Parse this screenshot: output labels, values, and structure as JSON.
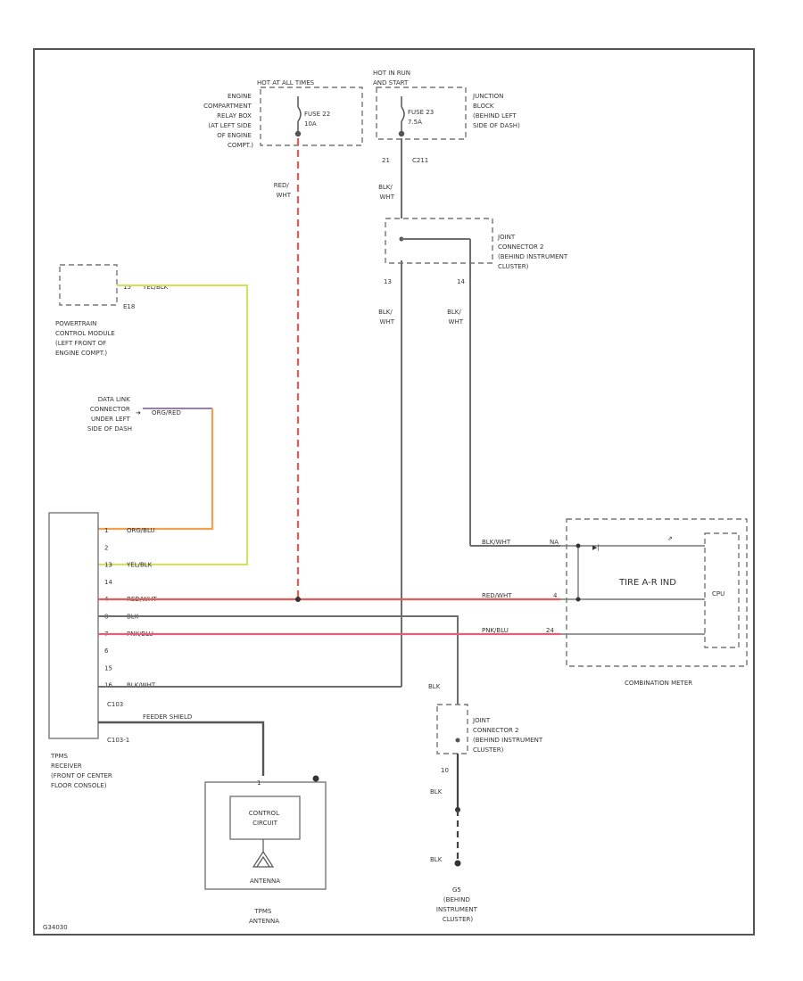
{
  "colors": {
    "frame": "#555555",
    "gray_wire": "#6e6e6e",
    "red": "#e85a5a",
    "pink_red": "#e0607a",
    "yellow_green": "#d6de6a",
    "orange": "#f0a050",
    "purple": "#8a6ab0",
    "black": "#333333"
  },
  "hot_at_all_times": "HOT AT ALL TIMES",
  "hot_in_run": "HOT IN RUN",
  "hot_in_run_2": "AND START",
  "engine_relay_box": [
    "ENGINE",
    "COMPARTMENT",
    "RELAY BOX",
    "(AT LEFT SIDE",
    "OF ENGINE",
    "COMPT.)"
  ],
  "fuse22": [
    "FUSE 22",
    "10A"
  ],
  "fuse23": [
    "FUSE 23",
    "7.5A"
  ],
  "junction_block": [
    "JUNCTION",
    "BLOCK",
    "(BEHIND LEFT",
    "SIDE OF DASH)"
  ],
  "pin_21": "21",
  "conn_c211": "C211",
  "red_wht_vert": [
    "RED/",
    "WHT"
  ],
  "blk_wht_top": [
    "BLK/",
    "WHT"
  ],
  "joint_connector_top": [
    "JOINT",
    "CONNECTOR 2",
    "(BEHIND INSTRUMENT",
    "CLUSTER)"
  ],
  "pin_13": "13",
  "pin_14": "14",
  "blk_wht_left": [
    "BLK/",
    "WHT"
  ],
  "blk_wht_right": [
    "BLK/",
    "WHT"
  ],
  "pcm_pin": "15",
  "pcm_wire": "YEL/BLK",
  "pcm_conn": "E18",
  "pcm_label": [
    "POWERTRAIN",
    "CONTROL MODULE",
    "(LEFT FRONT OF",
    "ENGINE COMPT.)"
  ],
  "dlc_label": [
    "DATA LINK",
    "CONNECTOR",
    "UNDER LEFT",
    "SIDE OF DASH"
  ],
  "dlc_wire": "ORG/RED",
  "tpms_pins": [
    {
      "pin": "1",
      "wire": "ORG/BLU"
    },
    {
      "pin": "2",
      "wire": ""
    },
    {
      "pin": "13",
      "wire": "YEL/BLK"
    },
    {
      "pin": "14",
      "wire": ""
    },
    {
      "pin": "4",
      "wire": "RED/WHT"
    },
    {
      "pin": "8",
      "wire": "BLK"
    },
    {
      "pin": "7",
      "wire": "PNK/BLU"
    },
    {
      "pin": "6",
      "wire": ""
    },
    {
      "pin": "15",
      "wire": ""
    },
    {
      "pin": "16",
      "wire": "BLK/WHT"
    }
  ],
  "conn_c103": "C103",
  "conn_c103_1": "C103-1",
  "shield_wire": "FEEDER SHIELD",
  "tpms_receiver": [
    "TPMS",
    "RECEIVER",
    "(FRONT OF CENTER",
    "FLOOR CONSOLE)"
  ],
  "meter_wires": {
    "top": "BLK/WHT",
    "top_pin": "NA",
    "mid": "RED/WHT",
    "mid_pin": "4",
    "low": "PNK/BLU",
    "low_pin": "24"
  },
  "tire_label": "TIRE A-R IND",
  "cpu_label": "CPU",
  "combination_meter": "COMBINATION METER",
  "blk_top_lower": "BLK",
  "joint_connector_bottom": [
    "JOINT",
    "CONNECTOR 2",
    "(BEHIND INSTRUMENT",
    "CLUSTER)"
  ],
  "pin_10": "10",
  "blk_mid": "BLK",
  "blk_low": "BLK",
  "ground_label": [
    "G5",
    "(BEHIND",
    "INSTRUMENT",
    "CLUSTER)"
  ],
  "control_circuit": [
    "CONTROL",
    "CIRCUIT"
  ],
  "antenna_box_label": "ANTENNA",
  "tpms_antenna": [
    "TPMS",
    "ANTENNA"
  ],
  "diagram_code": "G34030"
}
